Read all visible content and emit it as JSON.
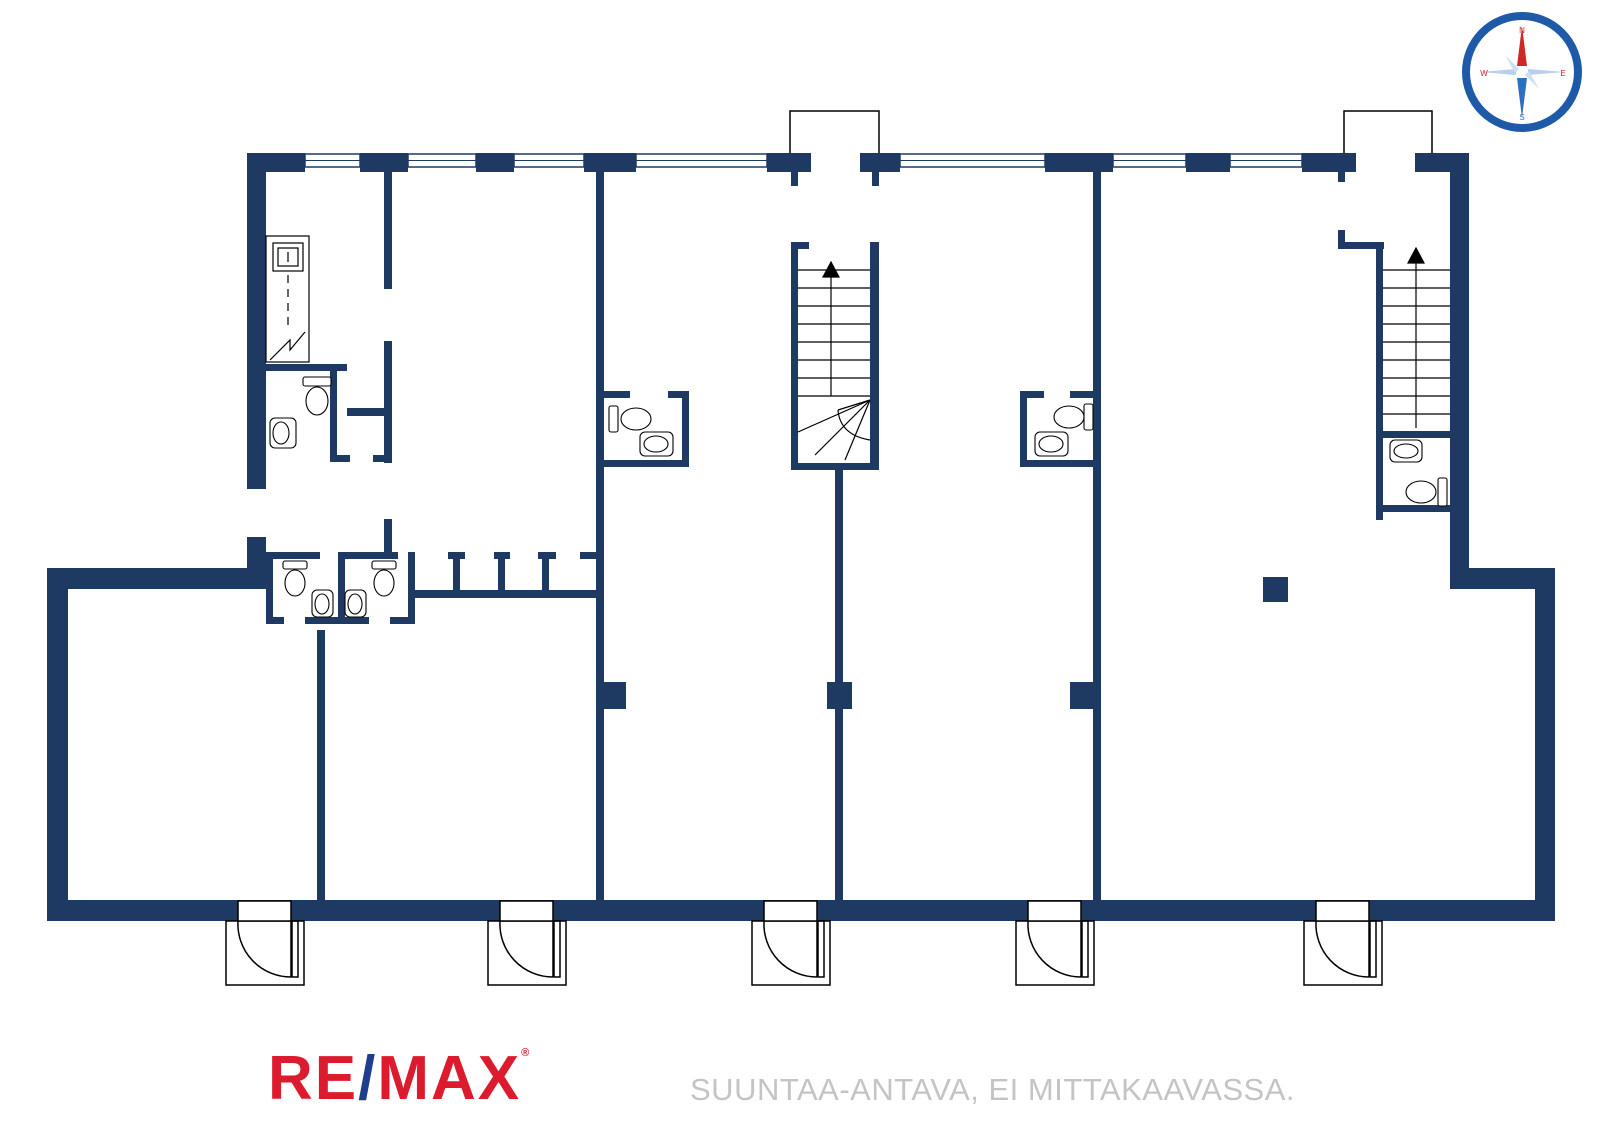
{
  "colors": {
    "wall": "#1e3a63",
    "line": "#000000",
    "window": "#1e3a63",
    "logo_red": "#dc1c2e",
    "logo_blue": "#1f3f8c",
    "compass_ring": "#1f5aa8",
    "compass_north": "#d02828",
    "compass_south": "#2f6fbf",
    "disclaimer": "#c4c4c4"
  },
  "compass": {
    "north": "N",
    "south": "S",
    "east": "E",
    "west": "W"
  },
  "brand": {
    "re": "RE",
    "slash": "/",
    "max": "MAX",
    "reg": "®"
  },
  "disclaimer": "SUUNTAA-ANTAVA, EI MITTAKAAVASSA."
}
